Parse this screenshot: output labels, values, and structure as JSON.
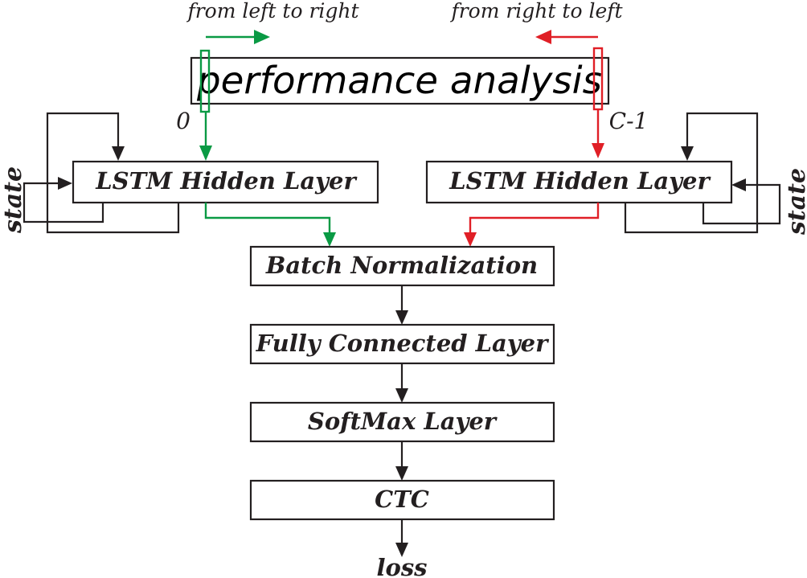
{
  "colors": {
    "forward": "#0a9a44",
    "backward": "#e01f26",
    "ink": "#231f20"
  },
  "directions": {
    "forward": "from left to right",
    "backward": "from right to left"
  },
  "input_image": {
    "text": "performance analysis"
  },
  "indices": {
    "start": "0",
    "end": "C-1"
  },
  "nodes": {
    "lstm_left": "LSTM Hidden Layer",
    "lstm_right": "LSTM Hidden Layer",
    "batch_norm": "Batch Normalization",
    "fully_connected": "Fully Connected Layer",
    "softmax": "SoftMax Layer",
    "ctc": "CTC",
    "loss": "loss"
  },
  "state_labels": {
    "left": "state",
    "right": "state"
  }
}
